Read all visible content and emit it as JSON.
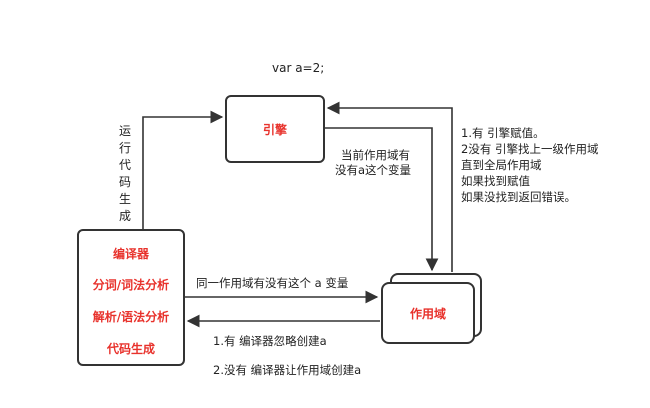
{
  "code_line": "var  a=2;",
  "engine": {
    "label": "引擎"
  },
  "compiler": {
    "lines": [
      "编译器",
      "分词/词法分析",
      "解析/语法分析",
      "代码生成"
    ]
  },
  "scope": {
    "label": "作用域"
  },
  "run_label": [
    "运",
    "行",
    "代",
    "码",
    "生",
    "成"
  ],
  "engine_to_scope_note": [
    "当前作用域有",
    "没有a这个变量"
  ],
  "scope_reply_note": [
    "1.有  引擎赋值。",
    "2没有 引擎找上一级作用域",
    "直到全局作用域",
    "如果找到赋值",
    " 如果没找到返回错误。"
  ],
  "compiler_to_scope_note": "同一作用域有没有这个  a  变量",
  "compiler_reply_notes": [
    "1.有  编译器忽略创建a",
    "2.没有 编译器让作用域创建a"
  ]
}
